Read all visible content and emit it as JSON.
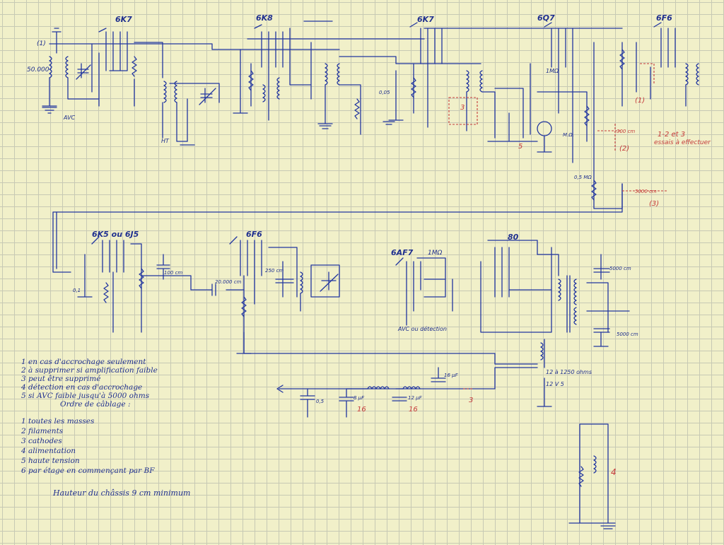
{
  "tubes": {
    "t1": "6K7",
    "t2": "6K8",
    "t3": "6K7",
    "t4": "6Q7",
    "t5": "6F6",
    "t6": "6K5 ou 6J5",
    "t7": "6F6",
    "t8": "6AF7",
    "t9": "80"
  },
  "labels": {
    "ant": "(1)",
    "r50000": "50.000",
    "hte": "HT",
    "avc": "AVC",
    "ohm1": "1MΩ",
    "ohm2": "1MΩ",
    "mo": "M.Ω.",
    "c05": "0,05",
    "c01": "0,1",
    "c05b": "0,5",
    "c16a": "16 μF",
    "c8": "8 μF",
    "c12": "12 μF",
    "c5000a": "5000 cm",
    "c5000b": "5000 cm",
    "c300": "300 cm",
    "c250": "250 cm",
    "c100": "100 cm",
    "c200": "20.000 cm",
    "r1250": "12 à 1250 ohms",
    "v12": "12 V 5",
    "avcdet": "AVC ou détection",
    "r05": "0,5 MΩ",
    "c5000c": "5000 cm"
  },
  "red": {
    "r1": "(1)",
    "r2": "1-2 et 3",
    "r3": "essais à effectuer",
    "r4": "(2)",
    "r5": "(3)",
    "r6": "5",
    "r7": "3",
    "r8": "4",
    "r9": "16",
    "r10": "16",
    "r11": "3"
  },
  "notes": {
    "n1": "1  en cas d'accrochage seulement",
    "n2": "2  à supprimer si amplification faible",
    "n3": "3  peut être supprimé",
    "n4": "4  détection en cas d'accrochage",
    "n5": "5  si AVC faible jusqu'à 5000 ohms",
    "ordre": "Ordre de câblage :",
    "o1": "1  toutes les masses",
    "o2": "2  filaments",
    "o3": "3  cathodes",
    "o4": "4  alimentation",
    "o5": "5  haute tension",
    "o6": "6  par étage en commençant par BF",
    "hauteur": "Hauteur du châssis  9 cm minimum"
  }
}
